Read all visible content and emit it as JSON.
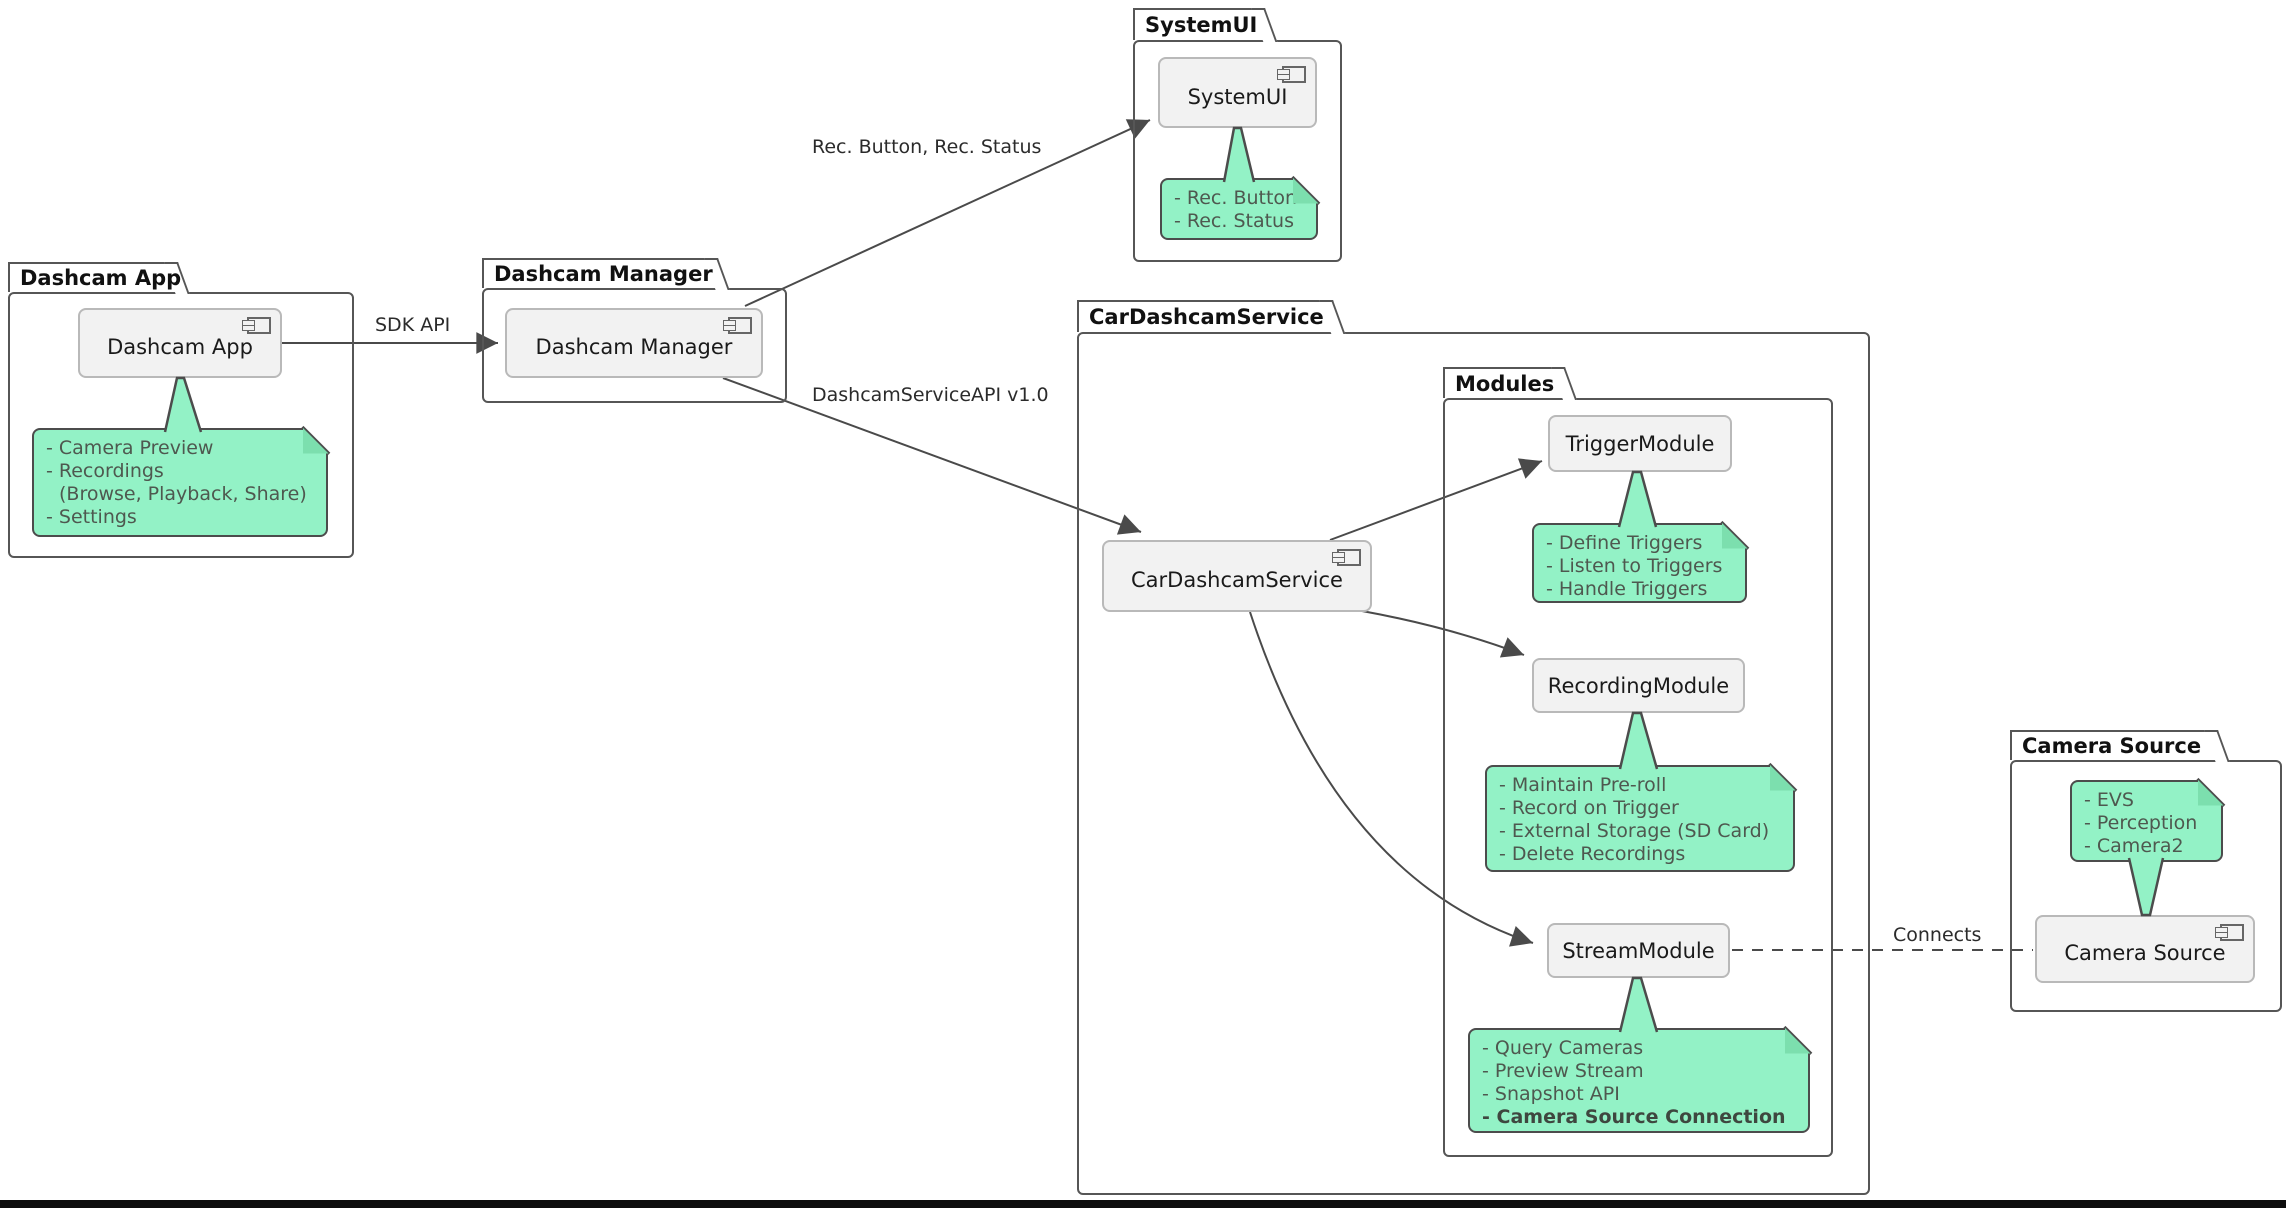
{
  "colors": {
    "background": "#ffffff",
    "package_border": "#565656",
    "component_fill": "#f2f2f2",
    "component_border": "#b9b9b9",
    "component_text": "#1a1a1a",
    "note_fill": "#93f2c6",
    "note_border": "#4c4c4c",
    "note_text": "#4e584f",
    "note_fold": "#7cdfae",
    "edge_color": "#4a4a4a",
    "label_text": "#2b2b2b",
    "bottom_bar": "#0d0d0d"
  },
  "packages": {
    "dashcam_app": {
      "title": "Dashcam App"
    },
    "dashcam_manager": {
      "title": "Dashcam Manager"
    },
    "systemui": {
      "title": "SystemUI"
    },
    "car_dashcam_service": {
      "title": "CarDashcamService"
    },
    "modules": {
      "title": "Modules"
    },
    "camera_source": {
      "title": "Camera Source"
    }
  },
  "components": {
    "dashcam_app": "Dashcam App",
    "dashcam_manager": "Dashcam Manager",
    "systemui": "SystemUI",
    "car_dashcam_service": "CarDashcamService",
    "trigger_module": "TriggerModule",
    "recording_module": "RecordingModule",
    "stream_module": "StreamModule",
    "camera_source": "Camera Source"
  },
  "notes": {
    "dashcam_app": {
      "lines": [
        "- Camera Preview",
        "- Recordings",
        "(Browse, Playback, Share)",
        "- Settings"
      ]
    },
    "systemui": {
      "lines": [
        "- Rec. Button",
        "- Rec. Status"
      ]
    },
    "trigger_module": {
      "lines": [
        "- Define Triggers",
        "- Listen to Triggers",
        "- Handle Triggers"
      ]
    },
    "recording_module": {
      "lines": [
        "- Maintain Pre-roll",
        "- Record on Trigger",
        "- External Storage (SD Card)",
        "- Delete Recordings"
      ]
    },
    "stream_module": {
      "lines": [
        "- Query Cameras",
        "- Preview Stream",
        "- Snapshot API",
        "- Camera Source Connection"
      ]
    },
    "camera_source": {
      "lines": [
        "- EVS",
        "- Perception",
        "- Camera2"
      ]
    }
  },
  "edge_labels": {
    "sdk_api": "SDK API",
    "rec_button_status": "Rec. Button, Rec. Status",
    "dashcam_service_api": "DashcamServiceAPI v1.0",
    "connects": "Connects"
  }
}
